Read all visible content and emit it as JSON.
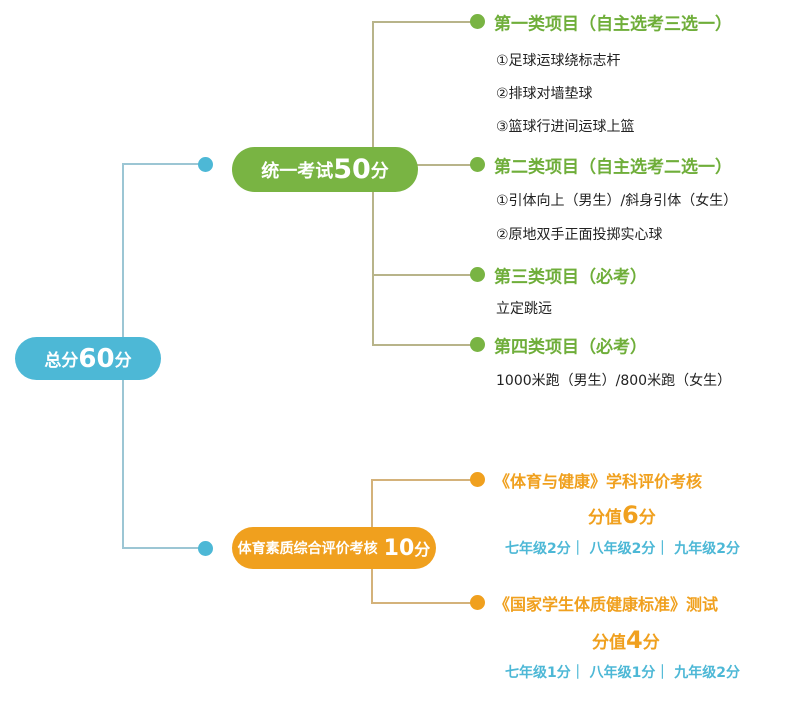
{
  "root": {
    "prefix": "总分",
    "num": "60",
    "suffix": "分"
  },
  "unified": {
    "prefix": "统一考试",
    "num": "50",
    "suffix": "分",
    "categories": [
      {
        "title": "第一类项目（自主选考三选一）",
        "items": [
          "①足球运球绕标志杆",
          "②排球对墙垫球",
          "③篮球行进间运球上篮"
        ]
      },
      {
        "title": "第二类项目（自主选考二选一）",
        "items": [
          "①引体向上（男生）/斜身引体（女生）",
          "②原地双手正面投掷实心球"
        ]
      },
      {
        "title": "第三类项目（必考）",
        "items": [
          "立定跳远"
        ]
      },
      {
        "title": "第四类项目（必考）",
        "items": [
          "1000米跑（男生）/800米跑（女生）"
        ]
      }
    ]
  },
  "quality": {
    "label": "体育素质综合评价考核",
    "num": "10",
    "suffix": "分",
    "parts": [
      {
        "title": "《体育与健康》学科评价考核",
        "score_prefix": "分值",
        "score": "6",
        "score_suffix": "分",
        "grades": "七年级2分｜ 八年级2分｜ 九年级2分"
      },
      {
        "title": "《国家学生体质健康标准》测试",
        "score_prefix": "分值",
        "score": "4",
        "score_suffix": "分",
        "grades": "七年级1分｜ 八年级1分｜ 九年级2分"
      }
    ]
  },
  "colors": {
    "blue": "#4db8d6",
    "green": "#79b443",
    "orange": "#f0a01e"
  }
}
